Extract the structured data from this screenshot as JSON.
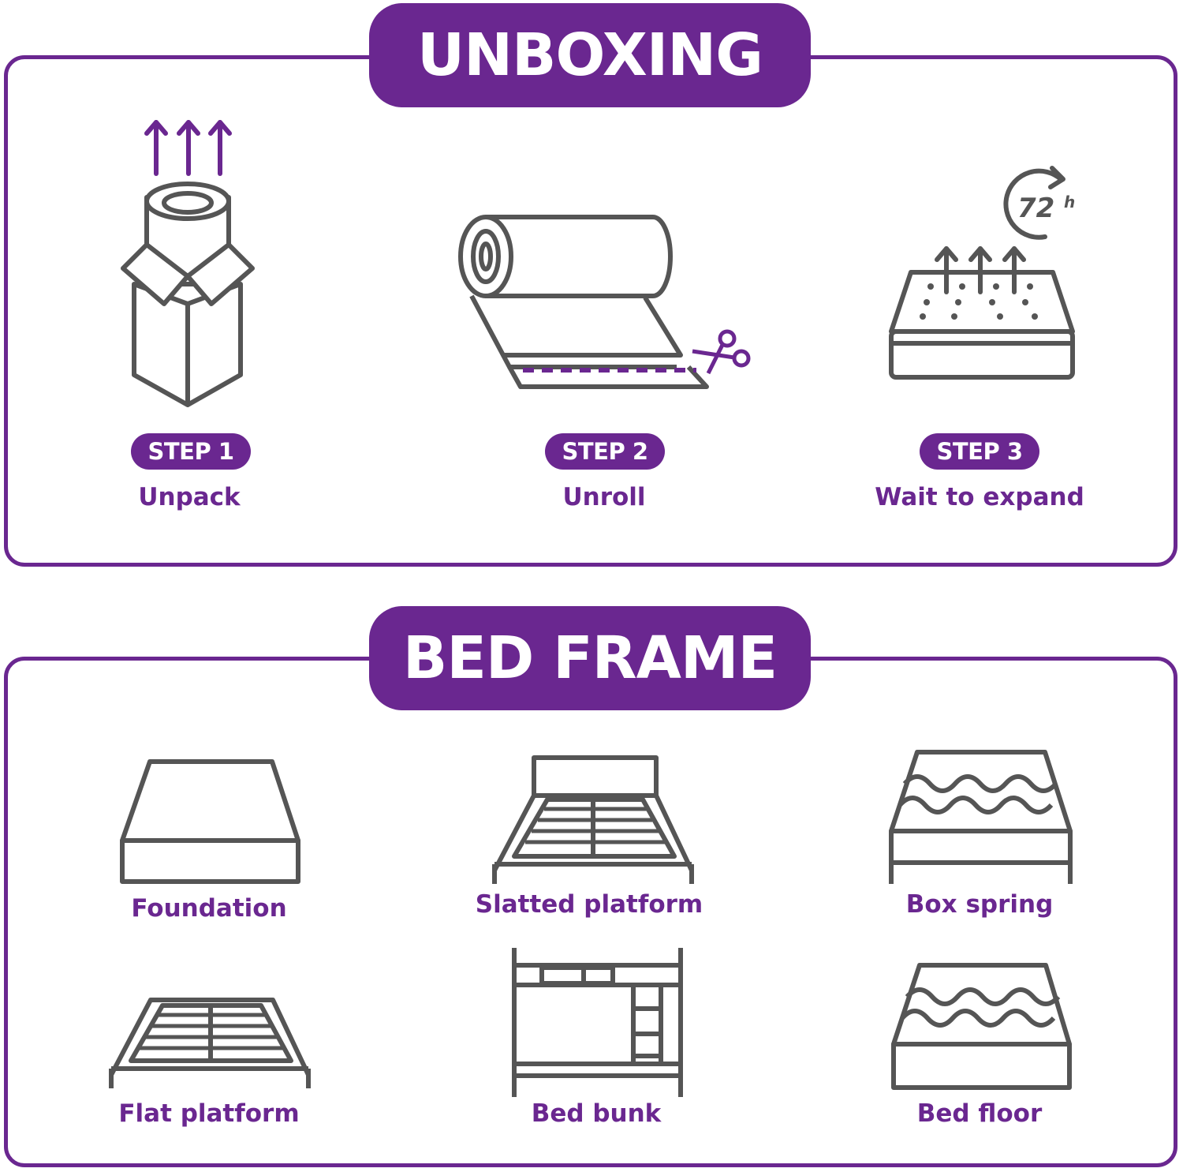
{
  "colors": {
    "accent": "#6a2790",
    "icon_stroke": "#555555",
    "background": "#ffffff"
  },
  "unboxing": {
    "title": "UNBOXING",
    "steps": [
      {
        "badge": "STEP 1",
        "label": "Unpack",
        "icon": "box-with-rolled-mattress-icon"
      },
      {
        "badge": "STEP 2",
        "label": "Unroll",
        "icon": "unrolling-mattress-with-scissors-icon"
      },
      {
        "badge": "STEP 3",
        "label": "Wait to expand",
        "icon": "expanding-mattress-72h-icon",
        "timer": "72",
        "timer_unit": "h"
      }
    ]
  },
  "bed_frame": {
    "title": "BED FRAME",
    "items": [
      {
        "label": "Foundation",
        "icon": "foundation-icon"
      },
      {
        "label": "Slatted platform",
        "icon": "slatted-platform-icon"
      },
      {
        "label": "Box spring",
        "icon": "box-spring-icon"
      },
      {
        "label": "Flat platform",
        "icon": "flat-platform-icon"
      },
      {
        "label": "Bed bunk",
        "icon": "bunk-bed-icon"
      },
      {
        "label": "Bed floor",
        "icon": "bed-floor-icon"
      }
    ]
  }
}
